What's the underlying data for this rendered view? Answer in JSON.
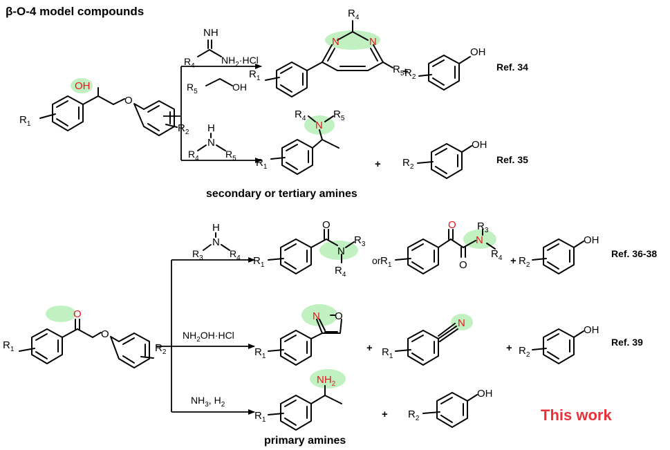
{
  "title": "β-O-4 model compounds",
  "captions": {
    "top": "secondary or tertiary amines",
    "bottom": "primary amines"
  },
  "reagents": {
    "amidine_nh": "NH",
    "amidine_r": "R4",
    "amidine_salt": "NH2·HCl",
    "alcohol_r": "R5",
    "alcohol_oh": "OH",
    "amine2_h": "H",
    "amine2_n": "N",
    "amine2_ra": "R4",
    "amine2_rb": "R5",
    "amine3_h": "H",
    "amine3_n": "N",
    "amine3_ra": "R3",
    "amine3_rb": "R4",
    "hydroxylamine": "NH2OH·HCl",
    "ammonia": "NH3, H2"
  },
  "refs": [
    "Ref. 34",
    "Ref. 35",
    "Ref. 36-38",
    "Ref. 39"
  ],
  "connectors": {
    "or": "or",
    "plus": "+"
  },
  "this_work": "This work",
  "atoms": {
    "oh": "OH",
    "o": "O",
    "n": "N",
    "nh2": "NH2",
    "r1": "R1",
    "r2": "R2",
    "r3": "R3",
    "r4": "R4",
    "r5": "R5"
  },
  "colors": {
    "highlight": "#b6efb6",
    "heteroatom": "#e8141c",
    "this_work": "#e8323a"
  }
}
